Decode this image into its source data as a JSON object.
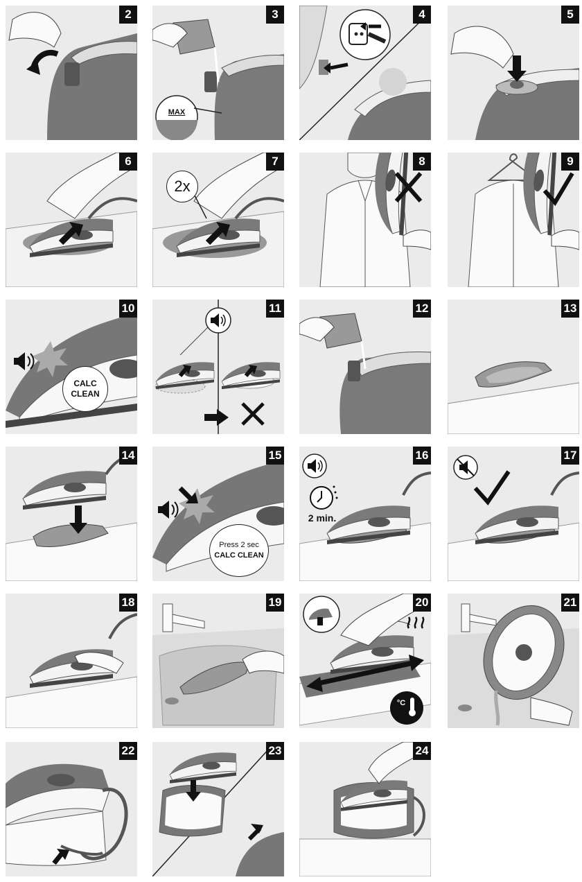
{
  "steps": {
    "s2": "2",
    "s3": "3",
    "s4": "4",
    "s5": "5",
    "s6": "6",
    "s7": "7",
    "s8": "8",
    "s9": "9",
    "s10": "10",
    "s11": "11",
    "s12": "12",
    "s13": "13",
    "s14": "14",
    "s15": "15",
    "s16": "16",
    "s17": "17",
    "s18": "18",
    "s19": "19",
    "s20": "20",
    "s21": "21",
    "s22": "22",
    "s23": "23",
    "s24": "24"
  },
  "labels": {
    "max": "MAX",
    "twice": "2x",
    "calc_clean_line1": "CALC",
    "calc_clean_line2": "CLEAN",
    "press_2_sec": "Press 2 sec",
    "calc_clean": "CALC CLEAN",
    "two_min": "2 min.",
    "temperature": "°C"
  },
  "icons": {
    "speaker": "speaker-sound-icon",
    "muted": "speaker-muted-icon",
    "check": "check-mark-icon",
    "cross": "cross-mark-icon",
    "timer": "timer-icon",
    "thermometer": "thermometer-icon",
    "plug": "plug-socket-icon",
    "steam": "steam-waves-icon"
  },
  "colors": {
    "panel_bg": "#ebebeb",
    "iron_dark": "#6e6e6e",
    "iron_light": "#f7f7f7",
    "number_bg": "#111111"
  }
}
